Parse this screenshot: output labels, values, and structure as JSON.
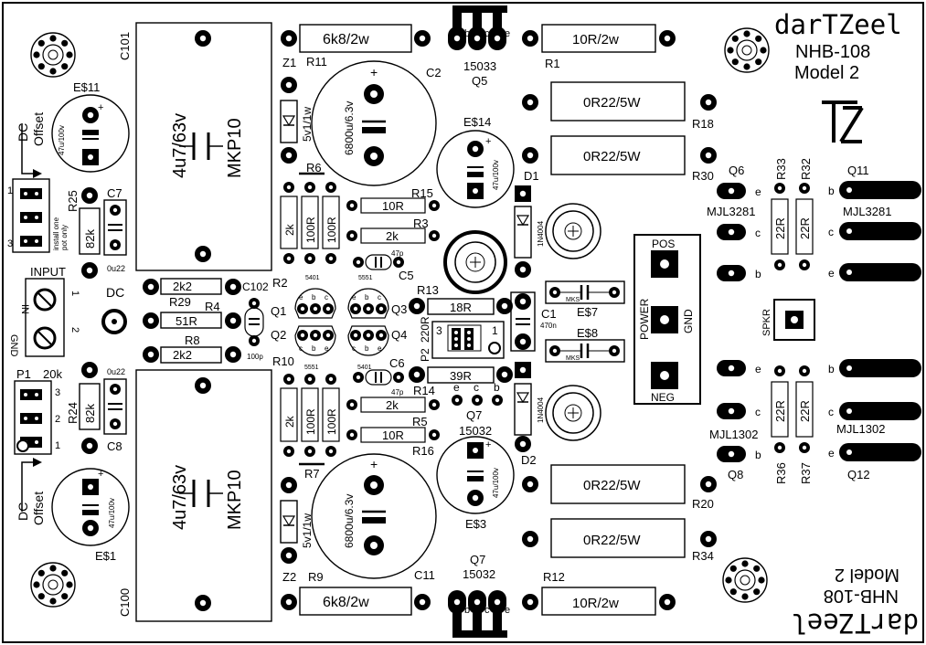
{
  "colors": {
    "background": "#ffffff",
    "ink": "#000000",
    "copper": "#000000"
  },
  "brand": {
    "name": "darTZeel",
    "model_code": "NHB-108",
    "model_rev": "Model 2",
    "mirror_name": "darTZeel",
    "mirror_model_code": "NHB-108",
    "mirror_model_rev": "Model 2",
    "logo_icon": "tz-logo-icon"
  },
  "resistors": {
    "r11": {
      "ref": "R11",
      "value": "6k8/2w"
    },
    "r9": {
      "ref": "R9",
      "value": "6k8/2w"
    },
    "r1": {
      "ref": "R1",
      "value": "10R/2w"
    },
    "r12": {
      "ref": "R12",
      "value": "10R/2w"
    },
    "r18": {
      "ref": "R18",
      "value": "0R22/5W"
    },
    "r30": {
      "ref": "R30",
      "value": "0R22/5W"
    },
    "r20": {
      "ref": "R20",
      "value": "0R22/5W"
    },
    "r34": {
      "ref": "R34",
      "value": "0R22/5W"
    },
    "r15": {
      "ref": "R15",
      "value": "10R"
    },
    "r3": {
      "ref": "R3",
      "value": "2k"
    },
    "r13": {
      "ref": "R13",
      "value": "18R"
    },
    "r14": {
      "ref": "R14",
      "value": "39R"
    },
    "r5": {
      "ref": "R5",
      "value": "2k"
    },
    "r16": {
      "ref": "R16",
      "value": "10R"
    },
    "r29": {
      "ref": "R29",
      "value": "2k2"
    },
    "r4": {
      "ref": "R4",
      "value": "51R"
    },
    "r8": {
      "ref": "R8",
      "value": "2k2"
    },
    "r25": {
      "ref": "R25",
      "value": "82k"
    },
    "r24": {
      "ref": "R24",
      "value": "82k"
    },
    "r33": {
      "ref": "R33",
      "value": "22R"
    },
    "r32": {
      "ref": "R32",
      "value": "22R"
    },
    "r36": {
      "ref": "R36",
      "value": "22R"
    },
    "r37": {
      "ref": "R37",
      "value": "22R"
    },
    "r6": {
      "ref": "R6",
      "v1": "2k",
      "v2": "100R",
      "v3": "100R"
    },
    "r2": {
      "ref": "R2"
    },
    "r10": {
      "ref": "R10",
      "v1": "2k",
      "v2": "100R",
      "v3": "100R"
    },
    "r7": {
      "ref": "R7"
    }
  },
  "capacitors": {
    "c101": {
      "ref": "C101",
      "value": "4u7/63v",
      "type": "MKP10"
    },
    "c100": {
      "ref": "C100",
      "value": "4u7/63v",
      "type": "MKP10"
    },
    "c2": {
      "ref": "C2",
      "value": "6800u/6.3v"
    },
    "c11": {
      "ref": "C11",
      "value": "6800u/6.3v"
    },
    "e14": {
      "ref": "E$14",
      "value": "47u/100v"
    },
    "e3": {
      "ref": "E$3",
      "value": "47u/100v"
    },
    "e11": {
      "ref": "E$11",
      "value": "47u/100v"
    },
    "e1": {
      "ref": "E$1",
      "value": "47u/100v"
    },
    "c7": {
      "ref": "C7",
      "value": "0u22"
    },
    "c8": {
      "ref": "C8",
      "value": "0u22"
    },
    "c5": {
      "ref": "C5",
      "value": "47p"
    },
    "c6": {
      "ref": "C6",
      "value": "47p"
    },
    "c102": {
      "ref": "C102",
      "value": "100p"
    },
    "c1": {
      "ref": "C1",
      "value": "470n"
    },
    "e7": {
      "ref": "E$7",
      "mark": "MKS"
    },
    "e8": {
      "ref": "E$8",
      "mark": "MKS"
    }
  },
  "transistors": {
    "q5": {
      "ref": "Q5",
      "part": "15033",
      "pins": [
        "b",
        "c",
        "e"
      ]
    },
    "q7_top": {
      "ref": "Q7",
      "part": "15032",
      "pins": [
        "e",
        "c",
        "b"
      ]
    },
    "q7_bottom": {
      "ref": "Q7",
      "part": "15032",
      "pins": [
        "b",
        "c",
        "e"
      ]
    },
    "q1": {
      "ref": "Q1",
      "part": "5401",
      "pins": [
        "e",
        "b",
        "c"
      ]
    },
    "q3": {
      "ref": "Q3",
      "part": "5551",
      "pins": [
        "e",
        "b",
        "c"
      ]
    },
    "q2": {
      "ref": "Q2",
      "part": "5551",
      "pins": [
        "c",
        "b",
        "e"
      ]
    },
    "q4": {
      "ref": "Q4",
      "part": "5401",
      "pins": [
        "c",
        "b",
        "e"
      ]
    },
    "q6": {
      "ref": "Q6",
      "part": "MJL3281",
      "pins": [
        "e",
        "c",
        "b"
      ]
    },
    "q8": {
      "ref": "Q8",
      "part": "MJL1302",
      "pins": [
        "e",
        "c",
        "b"
      ]
    },
    "q11": {
      "ref": "Q11",
      "part": "MJL3281",
      "pins": [
        "b",
        "c",
        "e"
      ]
    },
    "q12": {
      "ref": "Q12",
      "part": "MJL1302",
      "pins": [
        "b",
        "c",
        "e"
      ]
    }
  },
  "diodes": {
    "z1": {
      "ref": "Z1",
      "value": "5v1/1w"
    },
    "z2": {
      "ref": "Z2",
      "value": "5v1/1w"
    },
    "d1": {
      "ref": "D1",
      "value": "1N4004"
    },
    "d2": {
      "ref": "D2",
      "value": "1N4004"
    }
  },
  "trimmers": {
    "p1": {
      "ref": "P1",
      "value": "20k",
      "pins": [
        "3",
        "2",
        "1"
      ]
    },
    "p2": {
      "ref": "P2",
      "value": "220R",
      "pins": [
        "3",
        "1"
      ]
    }
  },
  "connectors": {
    "input": {
      "label": "INPUT",
      "in_label": "IN",
      "gnd_label": "GND",
      "pins": [
        "1",
        "2"
      ]
    },
    "dc": {
      "label": "DC"
    },
    "power": {
      "title": "POWER",
      "pos": "POS",
      "gnd": "GND",
      "neg": "NEG"
    },
    "speaker": {
      "label": "SPKR"
    }
  },
  "notes": {
    "dc_offset_top": [
      "DC",
      "Offset"
    ],
    "dc_offset_bottom": [
      "DC",
      "Offset"
    ],
    "install_note": [
      "install one",
      "pot only"
    ],
    "header_pins": [
      "1",
      "2",
      "3"
    ]
  }
}
